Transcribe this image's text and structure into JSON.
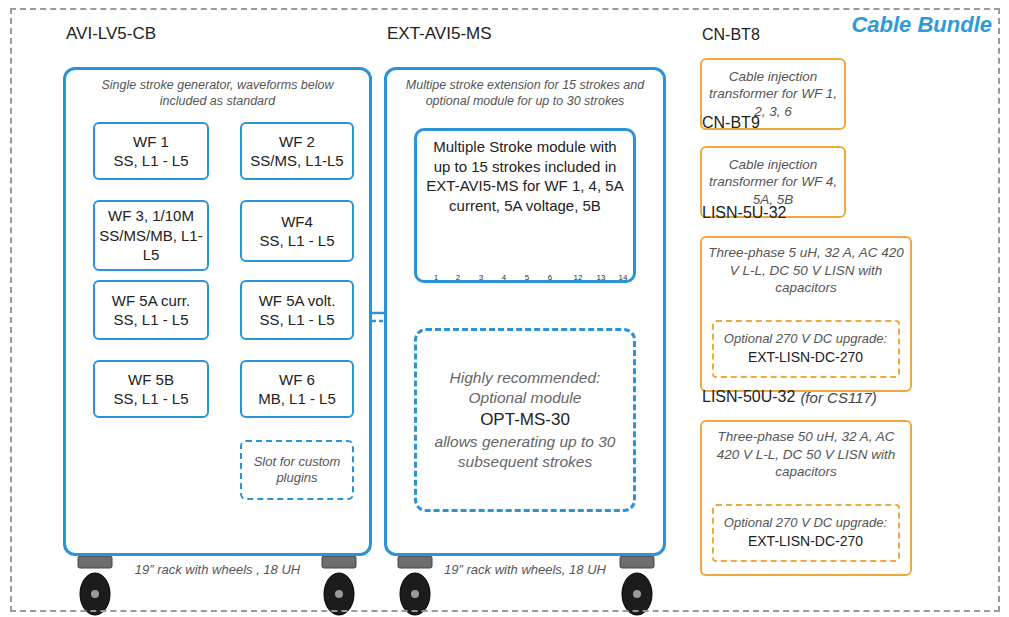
{
  "diagram": {
    "nodes": [
      {
        "text": [
          "Cable Bundle"
        ]
      },
      {
        "text": [
          "AVI-LV5-CB",
          "Single stroke generator, waveforms below included as standard",
          "19” rack with wheels , 18 UH"
        ],
        "in": 0
      },
      {
        "text": [
          "WF 1",
          "SS, L1 - L5"
        ],
        "in": 1
      },
      {
        "text": [
          "WF 2",
          "SS/MS, L1-L5"
        ],
        "in": 1
      },
      {
        "text": [
          "WF 3, 1/10M",
          "SS/MS/MB, L1-L5"
        ],
        "in": 1
      },
      {
        "text": [
          "WF4",
          "SS, L1 - L5"
        ],
        "in": 1
      },
      {
        "text": [
          "WF 5A curr.",
          "SS, L1 - L5"
        ],
        "in": 1
      },
      {
        "text": [
          "WF 5A volt.",
          "SS, L1 - L5"
        ],
        "in": 1
      },
      {
        "text": [
          "WF 5B",
          "SS, L1 - L5"
        ],
        "in": 1
      },
      {
        "text": [
          "WF 6",
          "MB, L1 - L5"
        ],
        "in": 1
      },
      {
        "text": [
          "Slot for custom plugins"
        ],
        "in": 1
      },
      {
        "text": [
          "EXT-AVI5-MS",
          "Multipe stroke extension for 15 strokes and optional module for up to 30 strokes",
          "19” rack with wheels, 18 UH"
        ],
        "in": 0
      },
      {
        "text": [
          "Multiple Stroke module with up to 15 strokes included in EXT-AVI5-MS for WF 1, 4, 5A current, 5A voltage, 5B"
        ],
        "in": 11
      },
      {
        "text": [
          "Highly recommended: Optional module",
          "OPT-MS-30",
          "allows generating up to 30 subsequent strokes"
        ],
        "in": 11
      },
      {
        "text": [
          "CN-BT8",
          "Cable injection transformer for WF 1, 2, 3, 6"
        ],
        "in": 0
      },
      {
        "text": [
          "CN-BT9",
          "Cable injection transformer for WF 4, 5A, 5B"
        ],
        "in": 0
      },
      {
        "text": [
          "LISN-5U-32",
          "Three-phase 5 uH, 32 A, AC 420 V L-L, DC 50 V LISN with capacitors"
        ],
        "in": 0
      },
      {
        "text": [
          "Optional 270 V DC upgrade:",
          "EXT-LISN-DC-270"
        ],
        "in": 16
      },
      {
        "text": [
          "LISN-50U-32",
          "(for CS117)",
          "Three-phase 50 uH, 32 A, AC 420 V L-L, DC 50 V LISN with capacitors"
        ],
        "in": 0
      },
      {
        "text": [
          "Optional 270 V DC upgrade:",
          "EXT-LISN-DC-270"
        ],
        "in": 18
      }
    ],
    "edges": [
      {
        "from": 1,
        "to": 11,
        "arrow": "none"
      },
      {
        "from": 1,
        "to": 11,
        "arrow": "none"
      }
    ],
    "labels": [
      "1",
      "2",
      "3",
      "4",
      "5",
      "6",
      "12",
      "13",
      "14"
    ]
  }
}
